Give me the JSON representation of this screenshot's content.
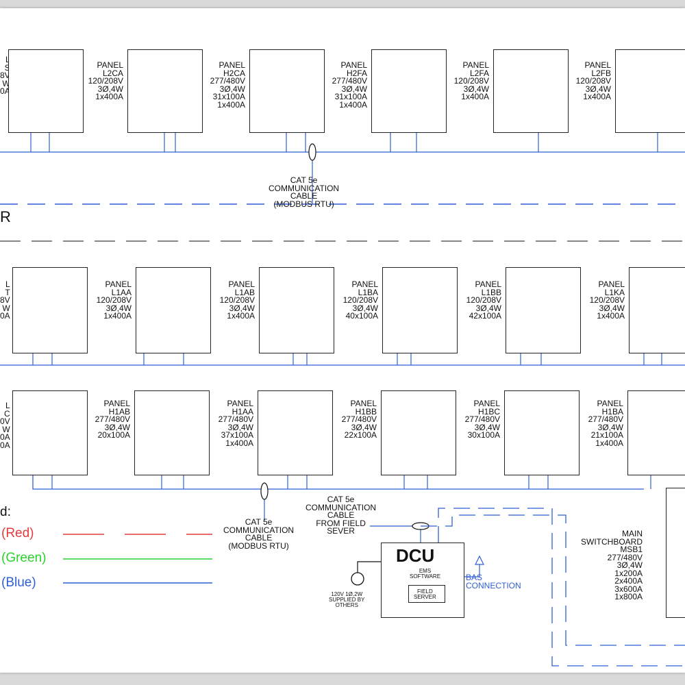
{
  "colors": {
    "red": "#e23b3b",
    "green": "#2bd12b",
    "blue": "#2f5fd6",
    "ink": "#111111"
  },
  "panels_top": [
    {
      "name": "PANEL",
      "id": "L2CA",
      "lines": [
        "120/208V",
        "3Ø,4W",
        "1x400A"
      ]
    },
    {
      "name": "PANEL",
      "id": "H2CA",
      "lines": [
        "277/480V",
        "3Ø,4W",
        "31x100A",
        "1x400A"
      ]
    },
    {
      "name": "PANEL",
      "id": "H2FA",
      "lines": [
        "277/480V",
        "3Ø,4W",
        "31x100A",
        "1x400A"
      ]
    },
    {
      "name": "PANEL",
      "id": "L2FA",
      "lines": [
        "120/208V",
        "3Ø,4W",
        "1x400A"
      ]
    },
    {
      "name": "PANEL",
      "id": "L2FB",
      "lines": [
        "120/208V",
        "3Ø,4W",
        "1x400A"
      ]
    }
  ],
  "panels_mid": [
    {
      "name": "PANEL",
      "id": "L1AA",
      "lines": [
        "120/208V",
        "3Ø,4W",
        "1x400A"
      ]
    },
    {
      "name": "PANEL",
      "id": "L1AB",
      "lines": [
        "120/208V",
        "3Ø,4W",
        "1x400A"
      ]
    },
    {
      "name": "PANEL",
      "id": "L1BA",
      "lines": [
        "120/208V",
        "3Ø,4W",
        "40x100A"
      ]
    },
    {
      "name": "PANEL",
      "id": "L1BB",
      "lines": [
        "120/208V",
        "3Ø,4W",
        "42x100A"
      ]
    },
    {
      "name": "PANEL",
      "id": "L1KA",
      "lines": [
        "120/208V",
        "3Ø,4W",
        "1x400A"
      ]
    }
  ],
  "panels_bot": [
    {
      "name": "PANEL",
      "id": "H1AB",
      "lines": [
        "277/480V",
        "3Ø,4W",
        "20x100A"
      ]
    },
    {
      "name": "PANEL",
      "id": "H1AA",
      "lines": [
        "277/480V",
        "3Ø,4W",
        "37x100A",
        "1x400A"
      ]
    },
    {
      "name": "PANEL",
      "id": "H1BB",
      "lines": [
        "277/480V",
        "3Ø,4W",
        "22x100A"
      ]
    },
    {
      "name": "PANEL",
      "id": "H1BC",
      "lines": [
        "277/480V",
        "3Ø,4W",
        "30x100A"
      ]
    },
    {
      "name": "PANEL",
      "id": "H1BA",
      "lines": [
        "277/480V",
        "3Ø,4W",
        "21x100A",
        "1x400A"
      ]
    }
  ],
  "left_partial_top": [
    "L",
    "S",
    "8V",
    "W",
    "0A"
  ],
  "left_partial_mid": [
    "L",
    "T",
    "8V",
    "W",
    "0A"
  ],
  "left_partial_bot": [
    "L",
    "C",
    "0V",
    "W",
    "0A",
    "0A"
  ],
  "cable_top": [
    "CAT 5e",
    "COMMUNICATION",
    "CABLE",
    "(MODBUS RTU)"
  ],
  "cable_bottom": [
    "CAT 5e",
    "COMMUNICATION",
    "CABLE",
    "(MODBUS RTU)"
  ],
  "cable_field": [
    "CAT 5e",
    "COMMUNICATION",
    "CABLE",
    "FROM FIELD",
    "SEVER"
  ],
  "section_letter": "R",
  "legend": {
    "title": "d:",
    "items": [
      {
        "label": "(Red)",
        "color": "#e23b3b"
      },
      {
        "label": "(Green)",
        "color": "#2bd12b"
      },
      {
        "label": "(Blue)",
        "color": "#2f5fd6"
      }
    ]
  },
  "dcu": {
    "title": "DCU",
    "subtitle": [
      "EMS",
      "SOFTWARE"
    ],
    "field": [
      "FIELD",
      "SERVER"
    ]
  },
  "power_note": [
    "120V 1Ø,2W",
    "SUPPLIED BY",
    "OTHERS"
  ],
  "bas": [
    "BAS",
    "CONNECTION"
  ],
  "switchboard": [
    "MAIN",
    "SWITCHBOARD",
    "MSB1",
    "277/480V",
    "3Ø,4W",
    "1x200A",
    "2x400A",
    "3x600A",
    "1x800A"
  ]
}
